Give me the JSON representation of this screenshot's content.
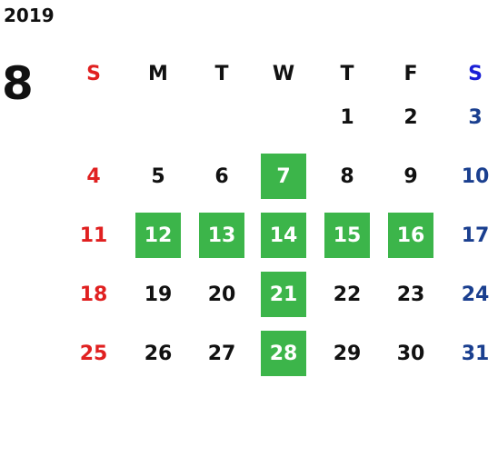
{
  "calendar": {
    "year": "2019",
    "month": "8",
    "weekdays": [
      "S",
      "M",
      "T",
      "W",
      "T",
      "F",
      "S"
    ],
    "weeks": [
      [
        "",
        "",
        "",
        "",
        "1",
        "2",
        "3"
      ],
      [
        "4",
        "5",
        "6",
        "7",
        "8",
        "9",
        "10"
      ],
      [
        "11",
        "12",
        "13",
        "14",
        "15",
        "16",
        "17"
      ],
      [
        "18",
        "19",
        "20",
        "21",
        "22",
        "23",
        "24"
      ],
      [
        "25",
        "26",
        "27",
        "28",
        "29",
        "30",
        "31"
      ]
    ],
    "highlighted_days": [
      "7",
      "12",
      "13",
      "14",
      "15",
      "16",
      "21",
      "28"
    ]
  },
  "colors": {
    "highlight": "#3cb54a",
    "sunday": "#e02020",
    "saturday": "#1a3f8f",
    "saturday_header": "#1a1fd6",
    "text": "#111111"
  }
}
